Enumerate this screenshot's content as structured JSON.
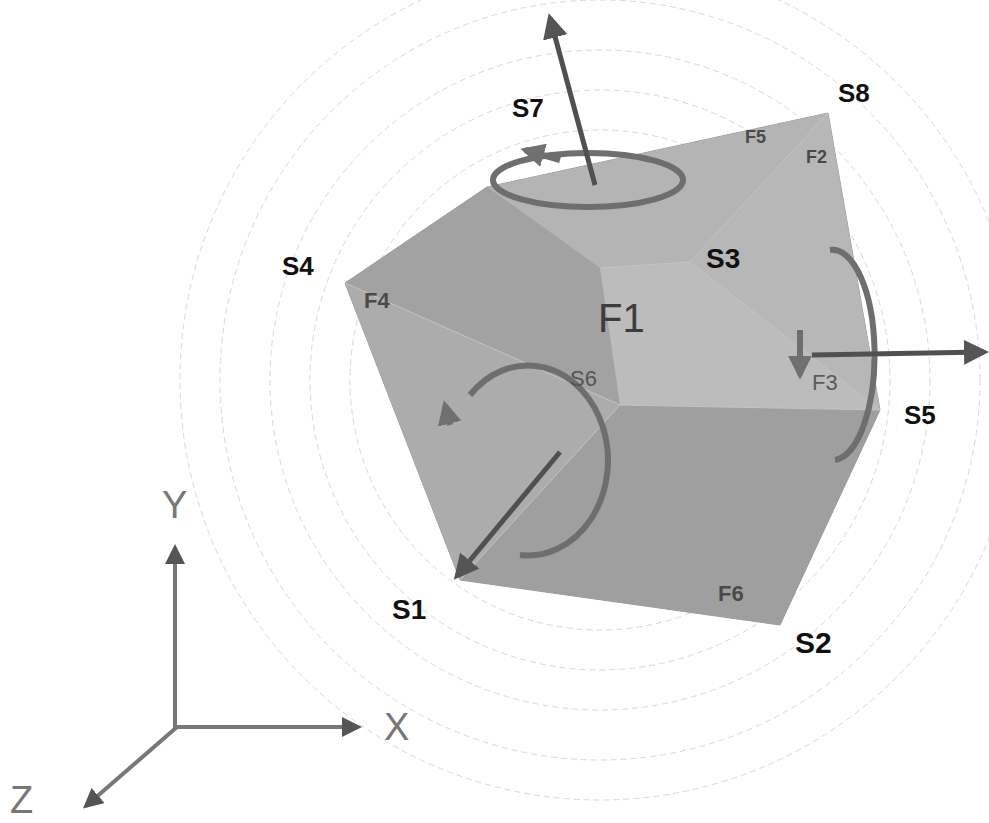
{
  "diagram": {
    "labels": [
      "S7",
      "S8",
      "S4",
      "S3",
      "F1",
      "S6",
      "S5",
      "S1",
      "S2",
      "Y",
      "X",
      "Z",
      "F5",
      "F2",
      "F4",
      "F3",
      "F6"
    ]
  }
}
